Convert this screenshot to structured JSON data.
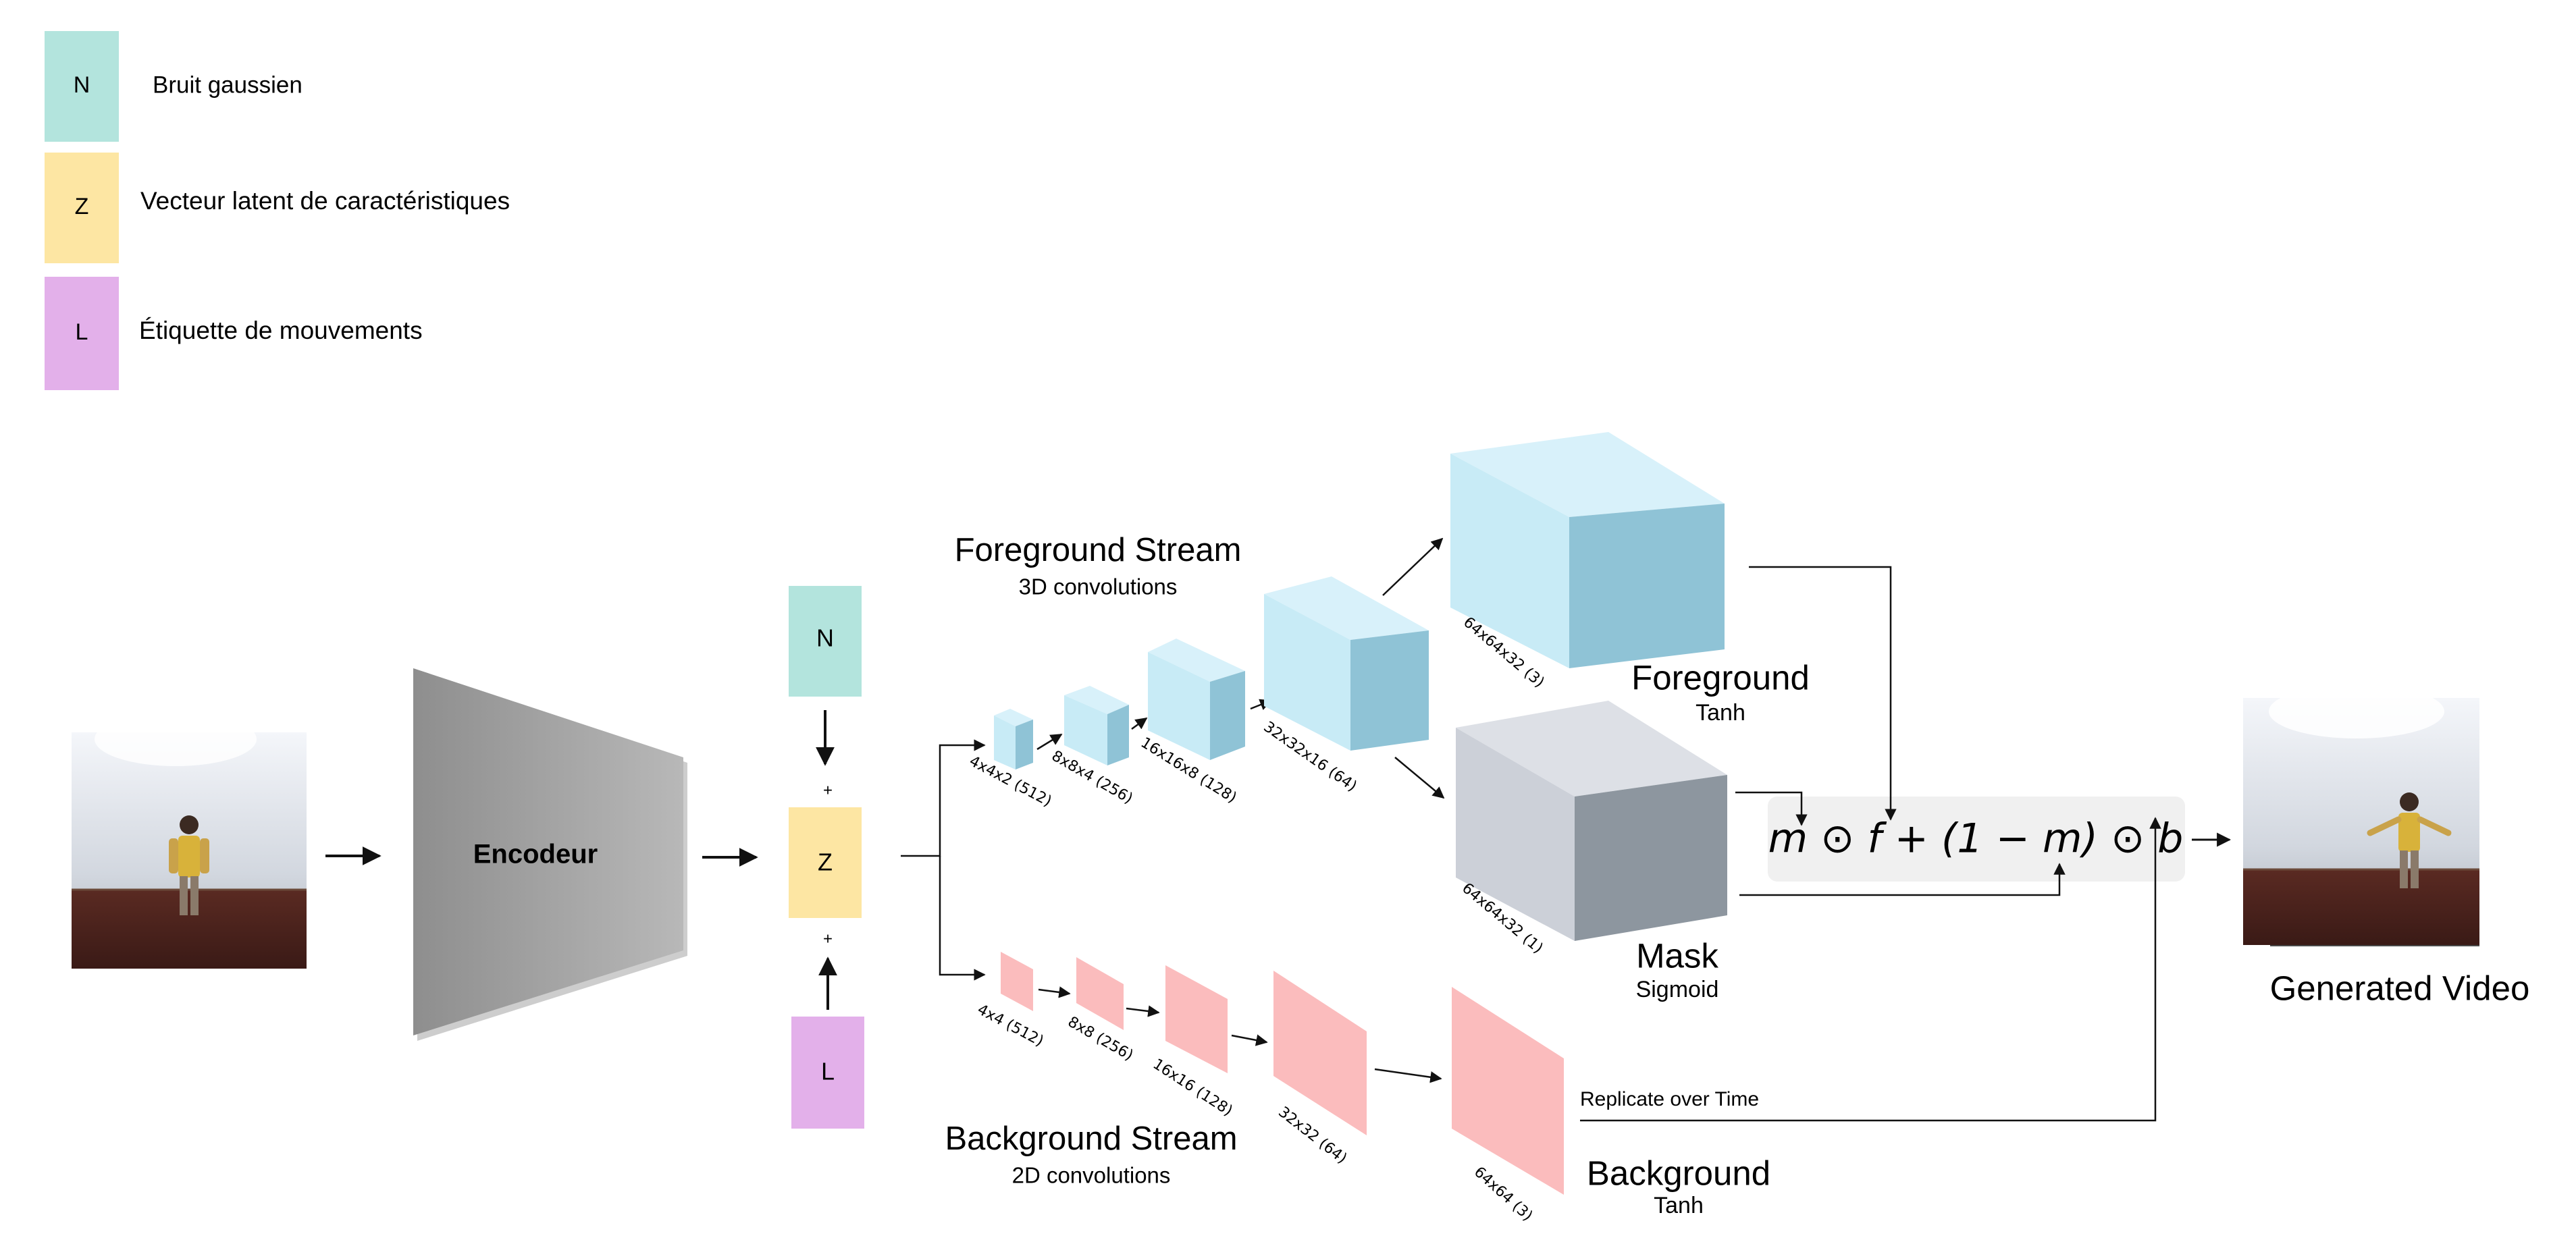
{
  "legend": {
    "items": [
      {
        "letter": "N",
        "label": "Bruit gaussien",
        "color": "#b3e4dd"
      },
      {
        "letter": "Z",
        "label": "Vecteur latent de caractéristiques",
        "color": "#fde6a3"
      },
      {
        "letter": "L",
        "label": "Étiquette de mouvements",
        "color": "#e3b0ea"
      }
    ]
  },
  "encoder": {
    "label": "Encodeur"
  },
  "inputs": {
    "n": "N",
    "z": "Z",
    "l": "L",
    "plus": "+"
  },
  "foreground": {
    "title": "Foreground Stream",
    "subtitle": "3D convolutions",
    "layers": [
      "4x4x2 (512)",
      "8x8x4 (256)",
      "16x16x8 (128)",
      "32x32x16 (64)",
      "64x64x32 (3)"
    ],
    "output_title": "Foreground",
    "output_sub": "Tanh"
  },
  "mask": {
    "title": "Mask",
    "sub": "Sigmoid",
    "layer": "64x64x32 (1)"
  },
  "background": {
    "title": "Background Stream",
    "subtitle": "2D convolutions",
    "layers": [
      "4x4 (512)",
      "8x8 (256)",
      "16x16 (128)",
      "32x32 (64)",
      "64x64 (3)"
    ],
    "output_title": "Background",
    "output_sub": "Tanh",
    "replicate": "Replicate over Time"
  },
  "formula": {
    "text": "m ⊙ f + (1 − m) ⊙ b"
  },
  "output": {
    "label": "Generated Video"
  },
  "colors": {
    "blue_front": "#c8ebf6",
    "blue_side": "#8fc3d6",
    "grey_front": "#ccd0d8",
    "grey_side": "#8d969f",
    "pink": "#fbbcbd",
    "encoder": "#9b9b9b"
  }
}
